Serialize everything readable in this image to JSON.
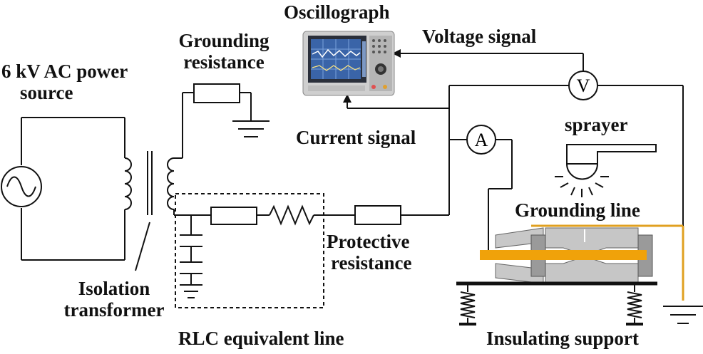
{
  "labels": {
    "power_source": [
      "6 kV AC power",
      "source"
    ],
    "oscillograph": "Oscillograph",
    "grounding_resistance": [
      "Grounding",
      "resistance"
    ],
    "voltage_signal": "Voltage signal",
    "current_signal": "Current signal",
    "sprayer": "sprayer",
    "grounding_line": "Grounding line",
    "protective_resistance": [
      "Protective",
      "resistance"
    ],
    "isolation_transformer": [
      "Isolation",
      "transformer"
    ],
    "rlc_line": "RLC equivalent line",
    "insulating_support": "Insulating support",
    "voltmeter": "V",
    "ammeter": "A"
  },
  "colors": {
    "wire": "#111111",
    "sample_core": "#f0a20a",
    "sample_sheath": "#b8b8b8",
    "screen": "#3a64a8"
  }
}
